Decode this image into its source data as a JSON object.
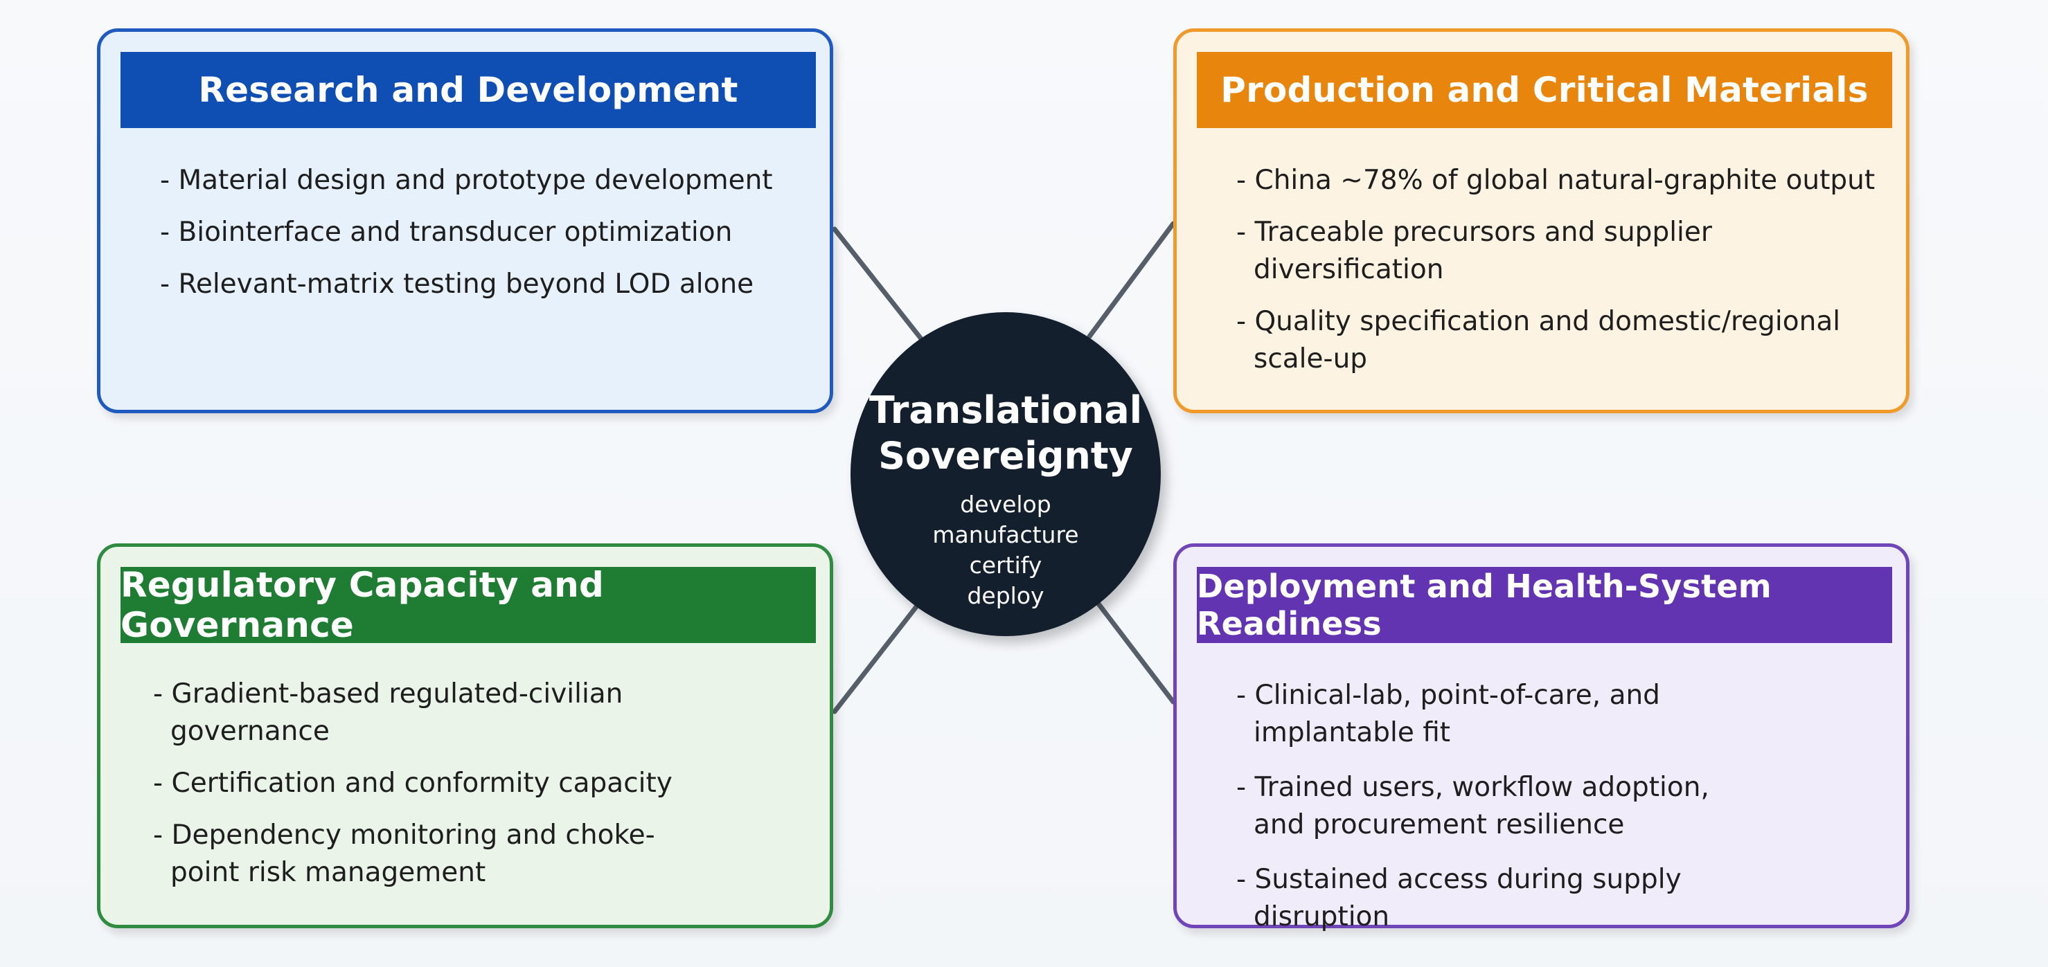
{
  "hub": {
    "title_line1": "Translational",
    "title_line2": "Sovereignty",
    "steps": [
      "develop",
      "manufacture",
      "certify",
      "deploy"
    ]
  },
  "cards": {
    "research": {
      "title": "Research and Development",
      "items": [
        "Material design and prototype development",
        "Biointerface and transducer optimization",
        "Relevant-matrix testing beyond LOD alone"
      ]
    },
    "production": {
      "title": "Production and Critical Materials",
      "items": [
        "China ~78% of global natural-graphite output",
        "Traceable precursors and supplier diversification",
        "Quality specification and domestic/regional scale-up"
      ]
    },
    "regulatory": {
      "title": "Regulatory Capacity and Governance",
      "items": [
        "Gradient-based regulated-civilian governance",
        "Certification and conformity capacity",
        "Dependency monitoring and choke-point risk management"
      ]
    },
    "deployment": {
      "title": "Deployment and Health-System Readiness",
      "items": [
        "Clinical-lab, point-of-care, and implantable fit",
        "Trained users, workflow adoption, and procurement resilience",
        "Sustained access during supply disruption"
      ]
    }
  },
  "colors": {
    "research": "#0f4eb3",
    "production": "#e8850c",
    "regulatory": "#1f7d33",
    "deployment": "#6234b1",
    "hub": "#141f2e",
    "connector": "#555e69"
  }
}
